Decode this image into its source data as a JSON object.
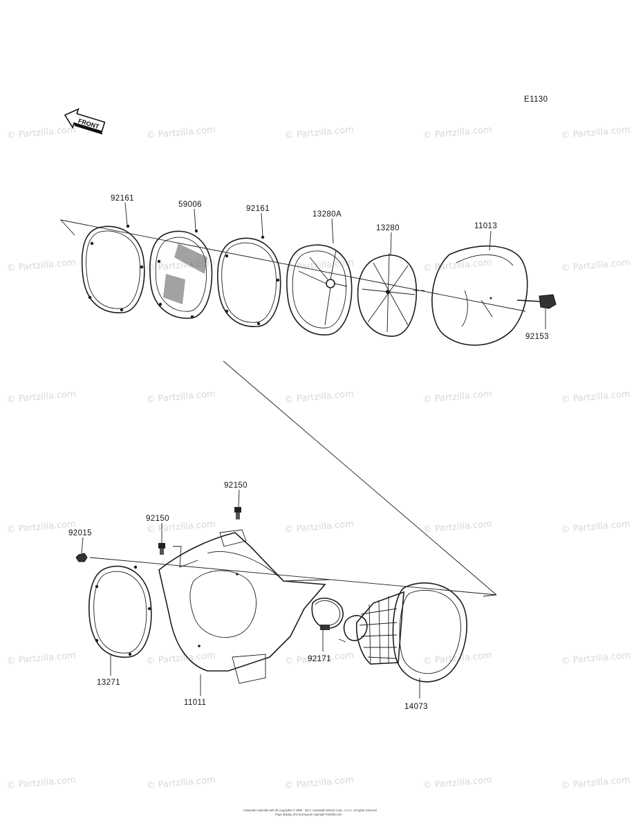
{
  "diagram_code": "E1130",
  "front_arrow": {
    "label": "FRONT",
    "icon": "front-arrow-icon"
  },
  "watermark_text": "© Partzilla.com",
  "copyright": {
    "line1": "Kawasaki materials with all copyrights © 1995 - 2017, Kawasaki Motors Corp., U.S.A. All rights reserved.",
    "line2": "Page display, text and layout copyright Partzilla.com"
  },
  "parts": [
    {
      "id": "gasket-top-left",
      "number": "92161",
      "icon": "gasket-icon"
    },
    {
      "id": "screen",
      "number": "59006",
      "icon": "screen-icon"
    },
    {
      "id": "gasket-top-right",
      "number": "92161",
      "icon": "gasket-icon"
    },
    {
      "id": "holder-a",
      "number": "13280A",
      "icon": "element-holder-icon"
    },
    {
      "id": "holder",
      "number": "13280",
      "icon": "element-holder-icon"
    },
    {
      "id": "element",
      "number": "11013",
      "icon": "air-filter-icon"
    },
    {
      "id": "wing-bolt",
      "number": "92153",
      "icon": "bolt-icon"
    },
    {
      "id": "bolt-right",
      "number": "92150",
      "icon": "bolt-icon"
    },
    {
      "id": "bolt-left",
      "number": "92150",
      "icon": "bolt-icon"
    },
    {
      "id": "nut",
      "number": "92015",
      "icon": "nut-icon"
    },
    {
      "id": "gasket-bottom",
      "number": "13271",
      "icon": "gasket-icon"
    },
    {
      "id": "air-case",
      "number": "11011",
      "icon": "air-box-icon"
    },
    {
      "id": "clamp",
      "number": "92171",
      "icon": "clamp-icon"
    },
    {
      "id": "duct",
      "number": "14073",
      "icon": "intake-duct-icon"
    }
  ]
}
